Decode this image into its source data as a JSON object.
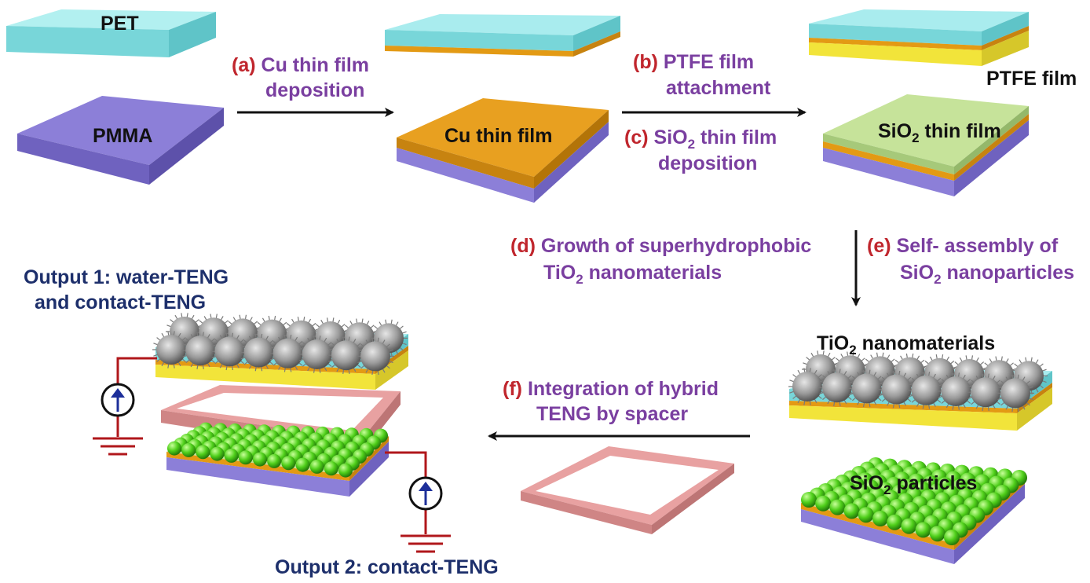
{
  "materials": {
    "pet": "PET",
    "pmma": "PMMA",
    "cu": "Cu thin film",
    "ptfe": "PTFE film",
    "sio2_film": {
      "pre": "SiO",
      "sub": "2",
      "post": " thin film"
    },
    "tio2": {
      "pre": "TiO",
      "sub": "2",
      "post": " nanomaterials"
    },
    "sio2_particles": {
      "pre": "SiO",
      "sub": "2",
      "post": " particles"
    }
  },
  "steps": {
    "a": {
      "tag": "(a)",
      "line1": "Cu thin film",
      "line2": "deposition"
    },
    "b": {
      "tag": "(b)",
      "line1": "PTFE film",
      "line2": "attachment"
    },
    "c": {
      "tag": "(c)",
      "line1_pre": "SiO",
      "line1_sub": "2",
      "line1_post": " thin film",
      "line2": "deposition"
    },
    "d": {
      "tag": "(d)",
      "line1": "Growth of superhydrophobic",
      "line2_pre": "TiO",
      "line2_sub": "2",
      "line2_post": " nanomaterials"
    },
    "e": {
      "tag": "(e)",
      "line1": "Self- assembly of",
      "line2_pre": "SiO",
      "line2_sub": "2",
      "line2_post": " nanoparticles"
    },
    "f": {
      "tag": "(f)",
      "line1": "Integration of hybrid",
      "line2": "TENG by spacer"
    }
  },
  "outputs": {
    "output1_line1": "Output 1: water-TENG",
    "output1_line2": "and contact-TENG",
    "output2": "Output 2: contact-TENG"
  },
  "colors": {
    "pet": "#8fe1e3",
    "pmma": "#8c7fd8",
    "cu": "#e39a14",
    "ptfe": "#f2e43a",
    "sio2_film": "#c6e39a",
    "spacer": "#e8a1a1",
    "tio2": "#9a9a9a",
    "sio2_particles": "#4fcf1a",
    "wire": "#b0171b",
    "step_tag": "#c0262d",
    "step_text": "#7a3fa0",
    "output_text": "#1d2f6b"
  }
}
